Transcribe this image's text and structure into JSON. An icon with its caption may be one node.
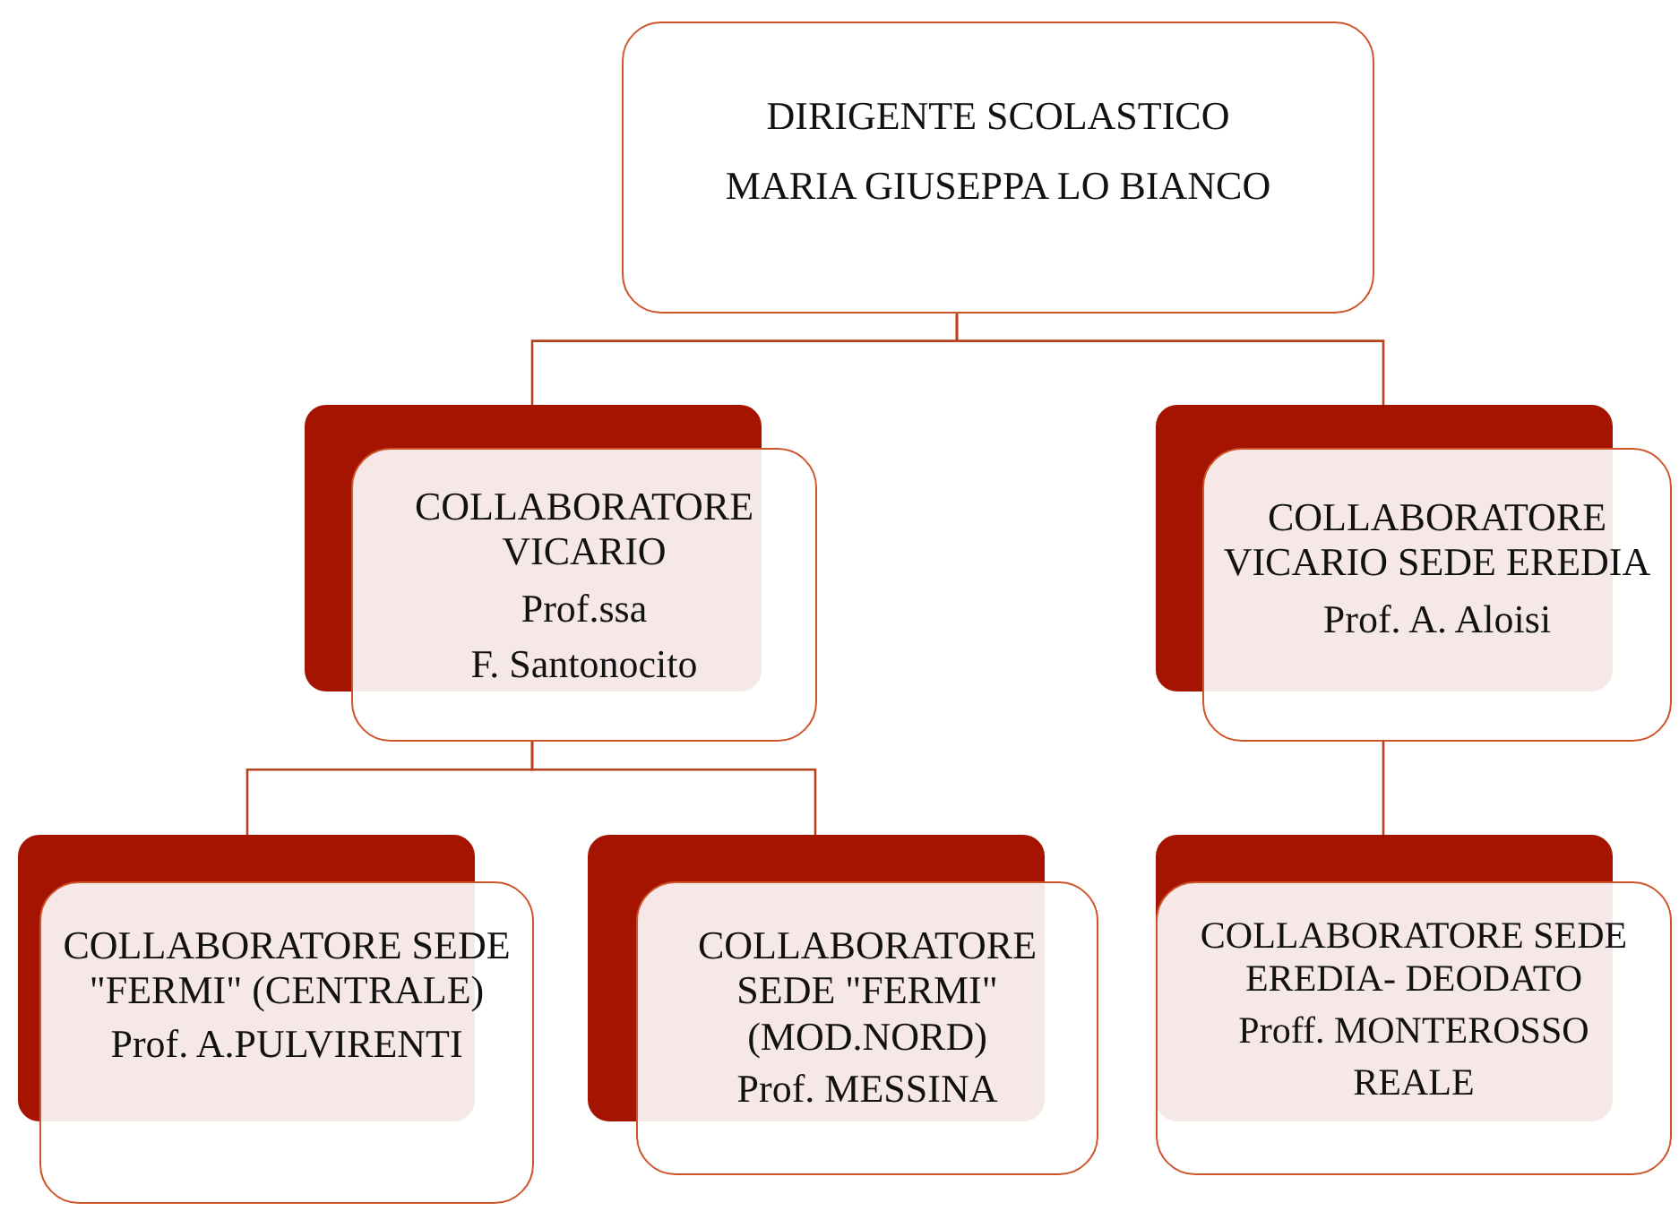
{
  "diagram": {
    "nodes": [
      {
        "text": [
          "DIRIGENTE SCOLASTICO",
          "MARIA GIUSEPPA LO BIANCO"
        ]
      },
      {
        "text": [
          "COLLABORATORE VICARIO",
          "Prof.ssa",
          "F. Santonocito"
        ]
      },
      {
        "text": [
          "COLLABORATORE VICARIO SEDE EREDIA",
          "Prof. A. Aloisi"
        ]
      },
      {
        "text": [
          "COLLABORATORE SEDE \"FERMI\" (CENTRALE)",
          "Prof. A.PULVIRENTI"
        ]
      },
      {
        "text": [
          "COLLABORATORE SEDE \"FERMI\" (MOD.NORD)",
          "Prof. MESSINA"
        ]
      },
      {
        "text": [
          "COLLABORATORE SEDE EREDIA- DEODATO",
          "Proff. MONTEROSSO",
          "REALE"
        ]
      }
    ],
    "edges": [
      {
        "from": 0,
        "to": 1,
        "arrow": "none"
      },
      {
        "from": 0,
        "to": 2,
        "arrow": "none"
      },
      {
        "from": 1,
        "to": 3,
        "arrow": "none"
      },
      {
        "from": 1,
        "to": 4,
        "arrow": "none"
      },
      {
        "from": 2,
        "to": 5,
        "arrow": "none"
      }
    ]
  }
}
